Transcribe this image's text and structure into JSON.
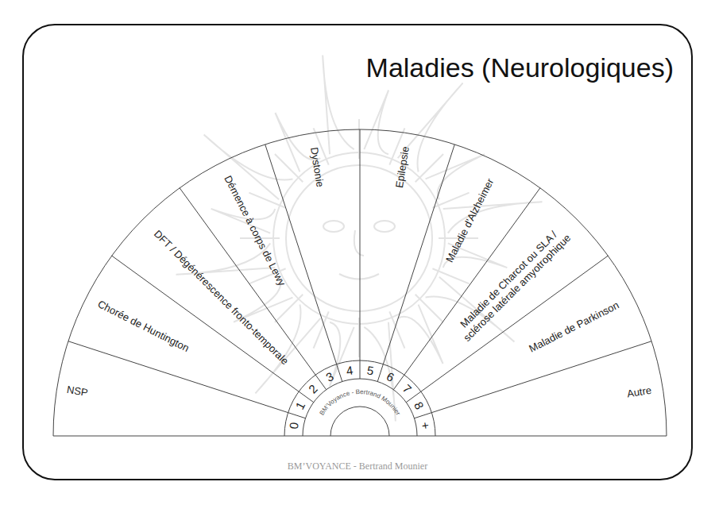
{
  "diagram": {
    "title": "Maladies (Neurologiques)",
    "nodes": [
      {
        "text": [
          "NSP"
        ]
      },
      {
        "text": [
          "Chorée de Huntington"
        ]
      },
      {
        "text": [
          "DFT / Dégénérescence fronto-temporale"
        ]
      },
      {
        "text": [
          "Démence à corps de Lewy"
        ]
      },
      {
        "text": [
          "Dystonie"
        ]
      },
      {
        "text": [
          "Epilepsie"
        ]
      },
      {
        "text": [
          "Maladie d'Alzheimer"
        ]
      },
      {
        "text": [
          "Maladie de Charcot ou SLA / sclérose latérale amyotrophique"
        ]
      },
      {
        "text": [
          "Maladie de Parkinson"
        ]
      },
      {
        "text": [
          "Autre"
        ]
      }
    ],
    "labels": [
      "0",
      "1",
      "2",
      "3",
      "4",
      "5",
      "6",
      "7",
      "8",
      "+",
      "BM'Voyance - Bertrand Mounier",
      "BM’VOYANCE - Bertrand Mounier"
    ]
  }
}
